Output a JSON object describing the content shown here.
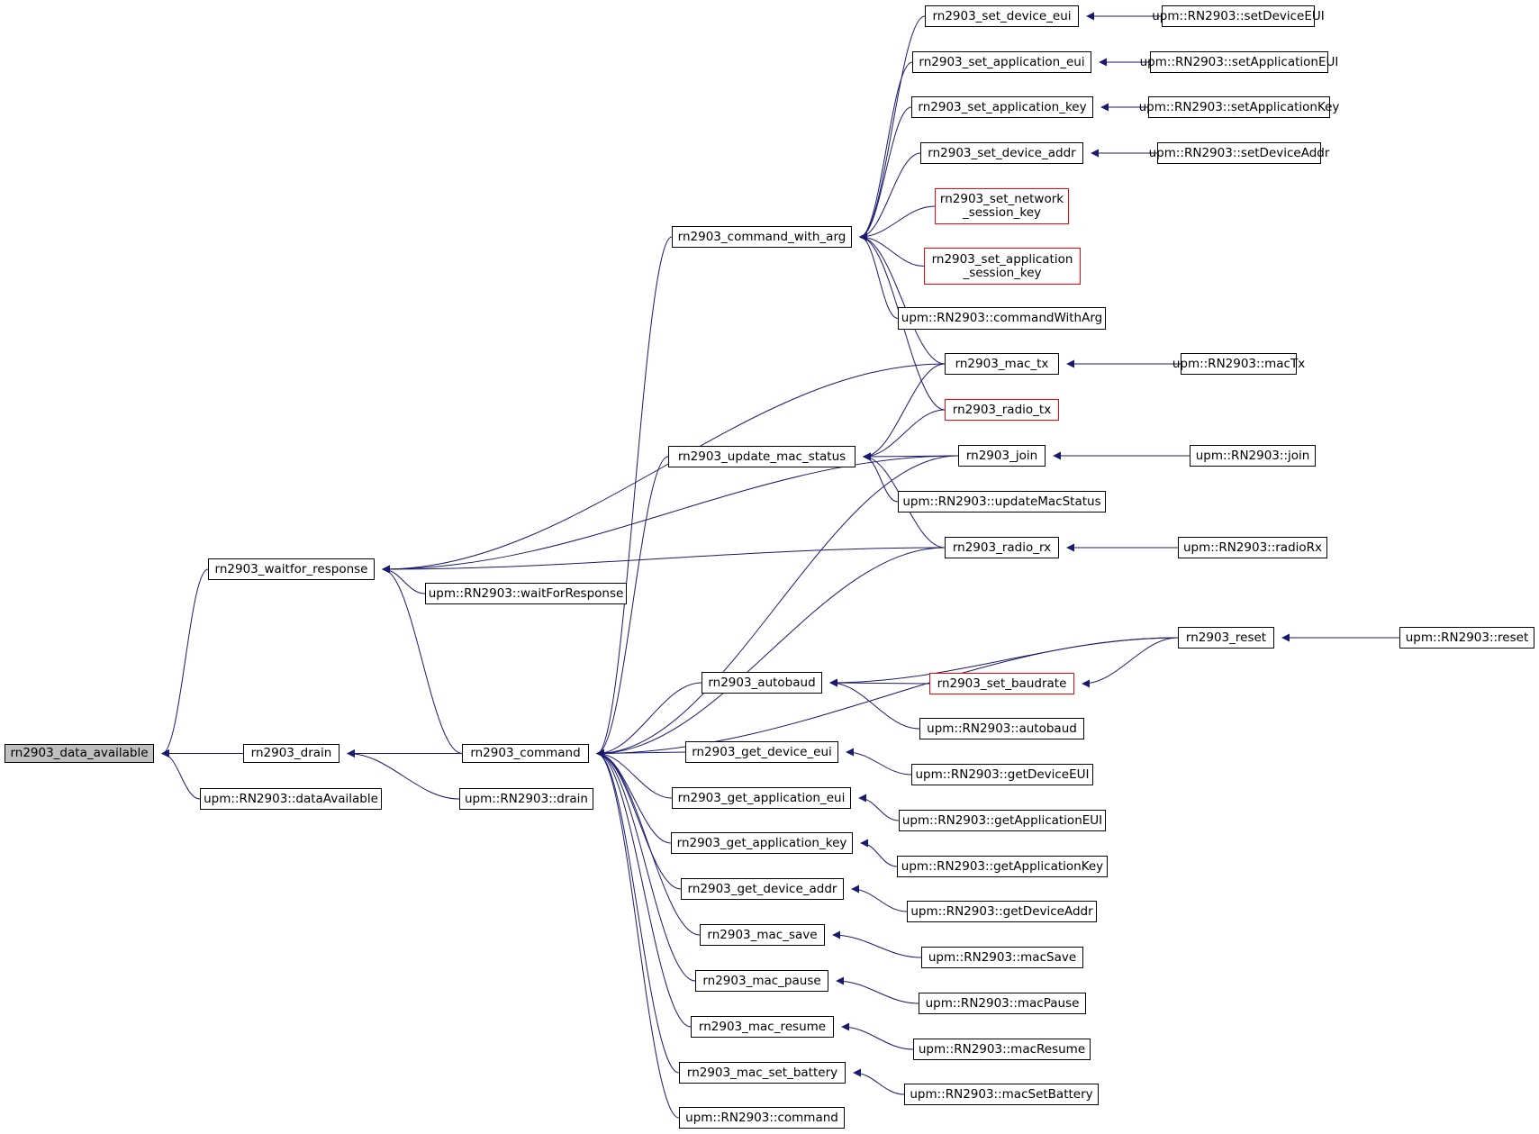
{
  "colors": {
    "edge": "#191970",
    "node_border": "#000000",
    "truncated_border": "#ff0000",
    "current_fill": "#bfbfbf"
  },
  "nodes": {
    "data_available": "rn2903_data_available",
    "waitfor_response": "rn2903_waitfor_response",
    "drain": "rn2903_drain",
    "upm_dataAvailable": "upm::RN2903::dataAvailable",
    "command": "rn2903_command",
    "upm_drain": "upm::RN2903::drain",
    "upm_waitForResponse": "upm::RN2903::waitForResponse",
    "command_with_arg": "rn2903_command_with_arg",
    "update_mac_status": "rn2903_update_mac_status",
    "autobaud": "rn2903_autobaud",
    "get_device_eui": "rn2903_get_device_eui",
    "get_application_eui": "rn2903_get_application_eui",
    "get_application_key": "rn2903_get_application_key",
    "get_device_addr": "rn2903_get_device_addr",
    "mac_save": "rn2903_mac_save",
    "mac_pause": "rn2903_mac_pause",
    "mac_resume": "rn2903_mac_resume",
    "mac_set_battery": "rn2903_mac_set_battery",
    "upm_command": "upm::RN2903::command",
    "set_device_eui": "rn2903_set_device_eui",
    "set_application_eui": "rn2903_set_application_eui",
    "set_application_key": "rn2903_set_application_key",
    "set_device_addr": "rn2903_set_device_addr",
    "set_network_session_key": "rn2903_set_network\n_session_key",
    "set_application_session_key": "rn2903_set_application\n_session_key",
    "upm_commandWithArg": "upm::RN2903::commandWithArg",
    "mac_tx": "rn2903_mac_tx",
    "radio_tx": "rn2903_radio_tx",
    "join": "rn2903_join",
    "upm_updateMacStatus": "upm::RN2903::updateMacStatus",
    "radio_rx": "rn2903_radio_rx",
    "set_baudrate": "rn2903_set_baudrate",
    "upm_autobaud": "upm::RN2903::autobaud",
    "upm_getDeviceEUI": "upm::RN2903::getDeviceEUI",
    "upm_getApplicationEUI": "upm::RN2903::getApplicationEUI",
    "upm_getApplicationKey": "upm::RN2903::getApplicationKey",
    "upm_getDeviceAddr": "upm::RN2903::getDeviceAddr",
    "upm_macSave": "upm::RN2903::macSave",
    "upm_macPause": "upm::RN2903::macPause",
    "upm_macResume": "upm::RN2903::macResume",
    "upm_macSetBattery": "upm::RN2903::macSetBattery",
    "upm_setDeviceEUI": "upm::RN2903::setDeviceEUI",
    "upm_setApplicationEUI": "upm::RN2903::setApplicationEUI",
    "upm_setApplicationKey": "upm::RN2903::setApplicationKey",
    "upm_setDeviceAddr": "upm::RN2903::setDeviceAddr",
    "upm_macTx": "upm::RN2903::macTx",
    "upm_join": "upm::RN2903::join",
    "upm_radioRx": "upm::RN2903::radioRx",
    "reset": "rn2903_reset",
    "upm_reset": "upm::RN2903::reset"
  },
  "edges": [
    [
      "data_available",
      "waitfor_response"
    ],
    [
      "data_available",
      "drain"
    ],
    [
      "data_available",
      "upm_dataAvailable"
    ],
    [
      "waitfor_response",
      "mac_tx"
    ],
    [
      "waitfor_response",
      "join"
    ],
    [
      "waitfor_response",
      "radio_rx"
    ],
    [
      "waitfor_response",
      "upm_waitForResponse"
    ],
    [
      "waitfor_response",
      "command"
    ],
    [
      "drain",
      "command"
    ],
    [
      "drain",
      "upm_drain"
    ],
    [
      "command",
      "command_with_arg"
    ],
    [
      "command",
      "update_mac_status"
    ],
    [
      "command",
      "join"
    ],
    [
      "command",
      "radio_rx"
    ],
    [
      "command",
      "reset"
    ],
    [
      "command",
      "autobaud"
    ],
    [
      "command",
      "get_device_eui"
    ],
    [
      "command",
      "get_application_eui"
    ],
    [
      "command",
      "get_application_key"
    ],
    [
      "command",
      "get_device_addr"
    ],
    [
      "command",
      "mac_save"
    ],
    [
      "command",
      "mac_pause"
    ],
    [
      "command",
      "mac_resume"
    ],
    [
      "command",
      "mac_set_battery"
    ],
    [
      "command",
      "upm_command"
    ],
    [
      "command_with_arg",
      "set_device_eui"
    ],
    [
      "command_with_arg",
      "set_application_eui"
    ],
    [
      "command_with_arg",
      "set_application_key"
    ],
    [
      "command_with_arg",
      "set_device_addr"
    ],
    [
      "command_with_arg",
      "set_network_session_key"
    ],
    [
      "command_with_arg",
      "set_application_session_key"
    ],
    [
      "command_with_arg",
      "upm_commandWithArg"
    ],
    [
      "command_with_arg",
      "mac_tx"
    ],
    [
      "command_with_arg",
      "radio_tx"
    ],
    [
      "update_mac_status",
      "mac_tx"
    ],
    [
      "update_mac_status",
      "radio_tx"
    ],
    [
      "update_mac_status",
      "join"
    ],
    [
      "update_mac_status",
      "upm_updateMacStatus"
    ],
    [
      "update_mac_status",
      "radio_rx"
    ],
    [
      "autobaud",
      "reset"
    ],
    [
      "autobaud",
      "set_baudrate"
    ],
    [
      "autobaud",
      "upm_autobaud"
    ],
    [
      "set_baudrate",
      "reset"
    ],
    [
      "get_device_eui",
      "upm_getDeviceEUI"
    ],
    [
      "get_application_eui",
      "upm_getApplicationEUI"
    ],
    [
      "get_application_key",
      "upm_getApplicationKey"
    ],
    [
      "get_device_addr",
      "upm_getDeviceAddr"
    ],
    [
      "mac_save",
      "upm_macSave"
    ],
    [
      "mac_pause",
      "upm_macPause"
    ],
    [
      "mac_resume",
      "upm_macResume"
    ],
    [
      "mac_set_battery",
      "upm_macSetBattery"
    ],
    [
      "set_device_eui",
      "upm_setDeviceEUI"
    ],
    [
      "set_application_eui",
      "upm_setApplicationEUI"
    ],
    [
      "set_application_key",
      "upm_setApplicationKey"
    ],
    [
      "set_device_addr",
      "upm_setDeviceAddr"
    ],
    [
      "mac_tx",
      "upm_macTx"
    ],
    [
      "join",
      "upm_join"
    ],
    [
      "radio_rx",
      "upm_radioRx"
    ],
    [
      "reset",
      "upm_reset"
    ]
  ]
}
